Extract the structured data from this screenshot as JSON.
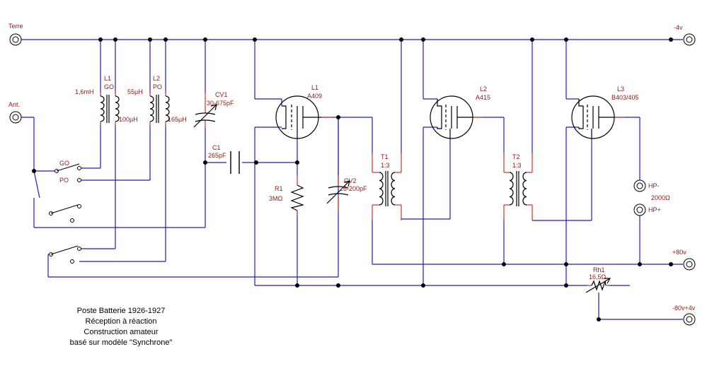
{
  "terminals": {
    "terre": "Terre",
    "ant": "Ant.",
    "minus4v": "-4v",
    "plus80v": "+80v",
    "minus80v": "-80v+4v",
    "hp_minus": "HP-",
    "hp_plus": "HP+",
    "hp_imp": "2000Ω"
  },
  "coils": {
    "l1_name": "L1",
    "l1_band": "GO",
    "l1_primary": "1,6mH",
    "l1_secondary": "100µH",
    "l2_name": "L2",
    "l2_band": "PO",
    "l2_primary": "55µH",
    "l2_secondary": "165µH"
  },
  "switches": {
    "go": "GO",
    "po": "PO"
  },
  "capacitors": {
    "cv1_name": "CV1",
    "cv1_value": "30-675pF",
    "c1_name": "C1",
    "c1_value": "265pF",
    "cv2_name": "CV2",
    "cv2_value": "26-200pF"
  },
  "resistors": {
    "r1_name": "R1",
    "r1_value": "3MΩ",
    "rh1_name": "Rh1",
    "rh1_value": "16,5Ω"
  },
  "tubes": {
    "t1_name": "L1",
    "t1_type": "A409",
    "t2_name": "L2",
    "t2_type": "A415",
    "t3_name": "L3",
    "t3_type": "B403/405"
  },
  "transformers": {
    "t1_name": "T1",
    "t1_ratio": "1:3",
    "t2_name": "T2",
    "t2_ratio": "1:3"
  },
  "notes": {
    "line1": "Poste Batterie 1926-1927",
    "line2": "Réception à réaction",
    "line3": "Construction amateur",
    "line4": "basé sur modèle \"Synchrone\""
  },
  "colors": {
    "wire": "#1f1fb0",
    "component": "#000000",
    "label": "#8b1a1a",
    "lead": "#c0392b"
  }
}
